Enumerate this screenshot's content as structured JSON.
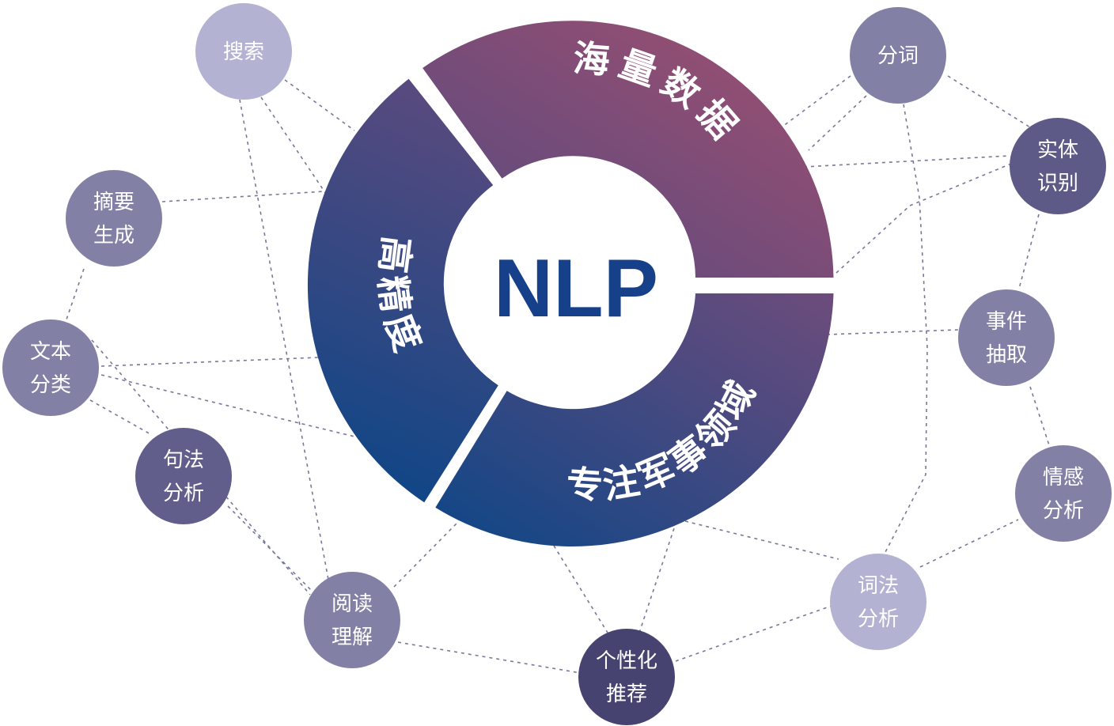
{
  "center": {
    "label": "NLP"
  },
  "segments": [
    {
      "id": "massive-data",
      "label": "海量数据",
      "color_from": "#a24f70",
      "color_to": "#534a80"
    },
    {
      "id": "military-focus",
      "label": "专注军事领域",
      "color_from": "#6d4c7c",
      "color_to": "#0e4687"
    },
    {
      "id": "high-precision",
      "label": "高精度",
      "color_from": "#5a4a7e",
      "color_to": "#0e4687"
    }
  ],
  "nodes": [
    {
      "id": "search",
      "lines": [
        "搜索"
      ],
      "color": "#b3b2d2"
    },
    {
      "id": "summary",
      "lines": [
        "摘要",
        "生成"
      ],
      "color": "#8380a6"
    },
    {
      "id": "text-class",
      "lines": [
        "文本",
        "分类"
      ],
      "color": "#8380a6"
    },
    {
      "id": "syntax",
      "lines": [
        "句法",
        "分析"
      ],
      "color": "#615e8c"
    },
    {
      "id": "reading",
      "lines": [
        "阅读",
        "理解"
      ],
      "color": "#8380a6"
    },
    {
      "id": "recommend",
      "lines": [
        "个性化",
        "推荐"
      ],
      "color": "#474371"
    },
    {
      "id": "lexical",
      "lines": [
        "词法",
        "分析"
      ],
      "color": "#b3b2d2"
    },
    {
      "id": "sentiment",
      "lines": [
        "情感",
        "分析"
      ],
      "color": "#8380a6"
    },
    {
      "id": "event",
      "lines": [
        "事件",
        "抽取"
      ],
      "color": "#8380a6"
    },
    {
      "id": "entity",
      "lines": [
        "实体",
        "识别"
      ],
      "color": "#5e5a87"
    },
    {
      "id": "segment",
      "lines": [
        "分词"
      ],
      "color": "#8380a6"
    }
  ]
}
